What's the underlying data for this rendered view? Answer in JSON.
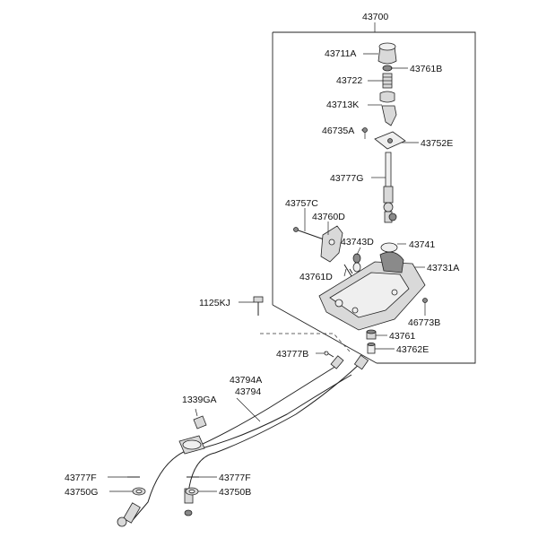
{
  "labels": {
    "p43700": "43700",
    "p43711A": "43711A",
    "p43761B": "43761B",
    "p43722": "43722",
    "p43713K": "43713K",
    "p46735A": "46735A",
    "p43752E": "43752E",
    "p43777G": "43777G",
    "p43757C": "43757C",
    "p43760D": "43760D",
    "p43743D": "43743D",
    "p43741": "43741",
    "p43761D": "43761D",
    "p43731A": "43731A",
    "p1125KJ": "1125KJ",
    "p46773B": "46773B",
    "p43761": "43761",
    "p43762E": "43762E",
    "p43777B": "43777B",
    "p43794A": "43794A",
    "p43794": "43794",
    "p1339GA": "1339GA",
    "p43777F_left": "43777F",
    "p43777F_right": "43777F",
    "p43750G": "43750G",
    "p43750B": "43750B"
  }
}
